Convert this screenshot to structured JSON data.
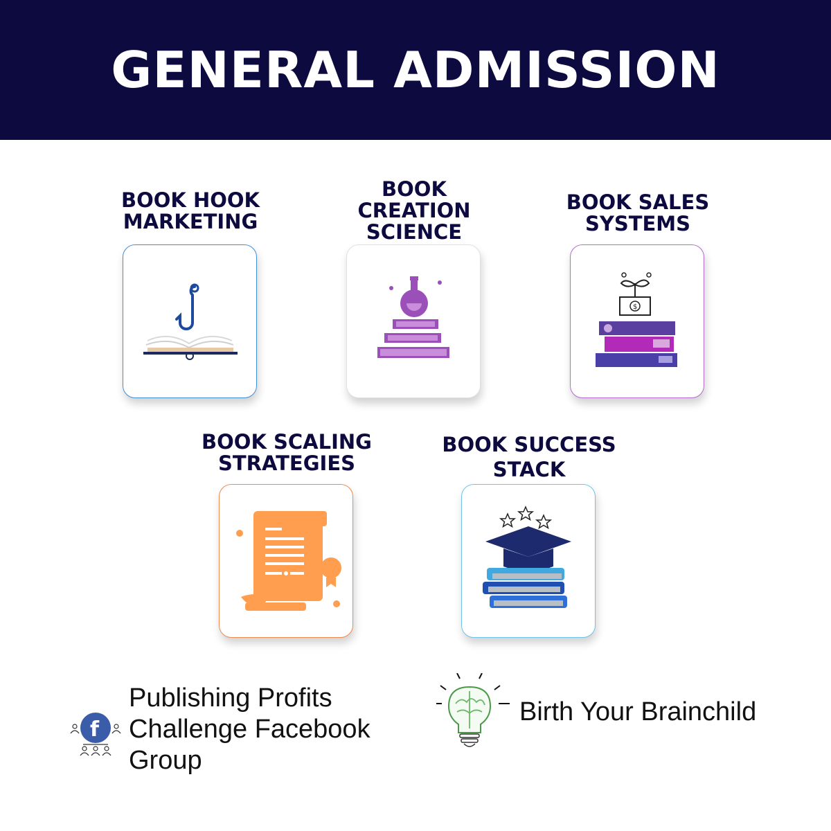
{
  "header": {
    "title": "GENERAL ADMISSION"
  },
  "modules": [
    {
      "title": "BOOK HOOK\nMARKETING",
      "icon": "fishhook-book-icon",
      "border_color": "#3f8fd8"
    },
    {
      "title": "BOOK\nCREATION\nSCIENCE",
      "icon": "flask-books-icon",
      "border_color": "#e0e0e0"
    },
    {
      "title": "BOOK SALES\nSYSTEMS",
      "icon": "money-plant-books-icon",
      "border_color": "#b76bd1"
    },
    {
      "title": "BOOK SCALING\nSTRATEGIES",
      "icon": "certificate-scroll-icon",
      "border_color": "#f08a50"
    },
    {
      "title": "BOOK SUCCESS\nSTACK",
      "icon": "graduation-books-icon",
      "border_color": "#6fc3e8"
    }
  ],
  "footer": {
    "facebook_group": {
      "text": "Publishing Profits Challenge Facebook Group",
      "icon": "facebook-community-icon"
    },
    "brainchild": {
      "text": "Birth Your Brainchild",
      "icon": "lightbulb-brain-icon"
    }
  },
  "colors": {
    "navy": "#0d0a3f",
    "purple": "#9b4fb8",
    "orange": "#ff9e4f",
    "blue": "#2f6fc4"
  }
}
